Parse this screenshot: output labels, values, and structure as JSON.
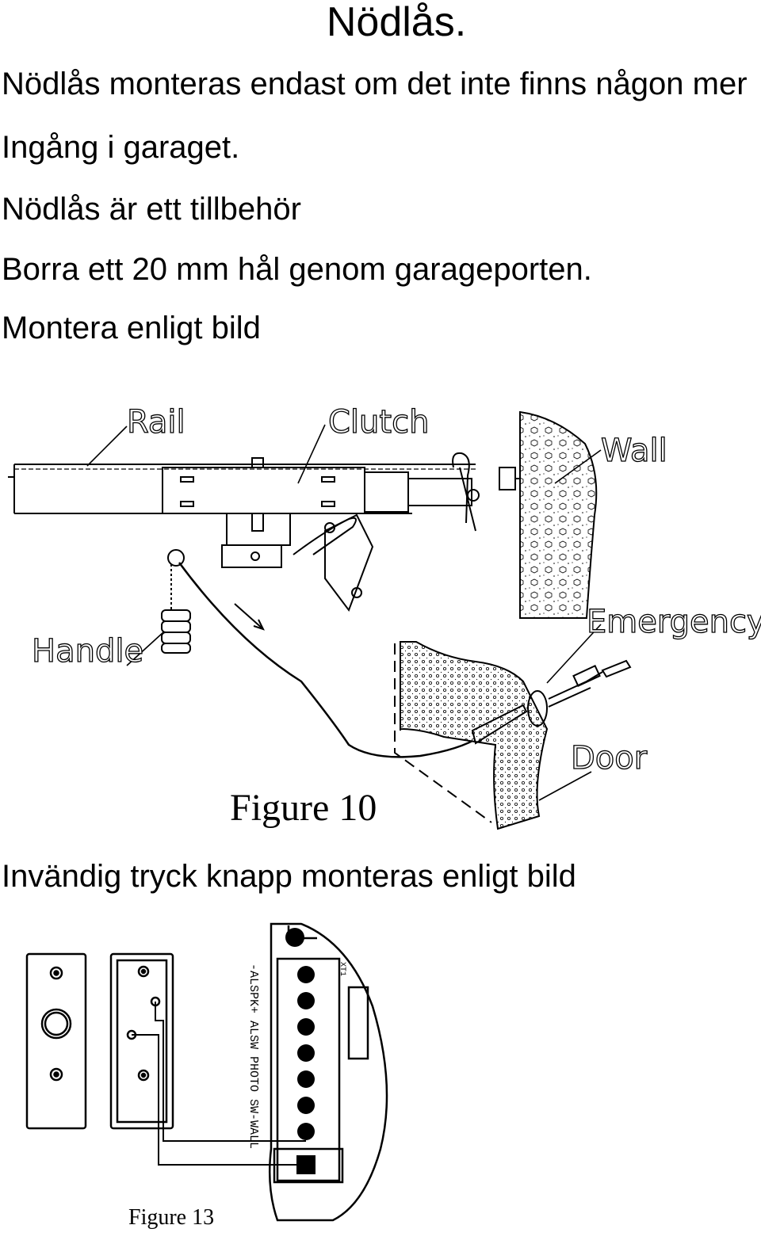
{
  "title": "Nödlås.",
  "paragraphs": [
    "Nödlås monteras endast om det inte finns någon mer",
    "Ingång i garaget.",
    "Nödlås är ett tillbehör",
    "Borra ett 20 mm hål genom garageporten.",
    "Montera enligt bild"
  ],
  "figure10": {
    "caption": "Figure 10",
    "labels": {
      "rail": "Rail",
      "clutch": "Clutch",
      "wall": "Wall",
      "handle": "Handle",
      "emergency": "Emergency",
      "door": "Door"
    }
  },
  "section2": "Invändig tryck knapp monteras enligt bild",
  "figure13": {
    "caption": "Figure 13",
    "terminal_label": "-ALSPK+ ALSW PHOTO SW-WALL",
    "block_label": "XT1"
  }
}
